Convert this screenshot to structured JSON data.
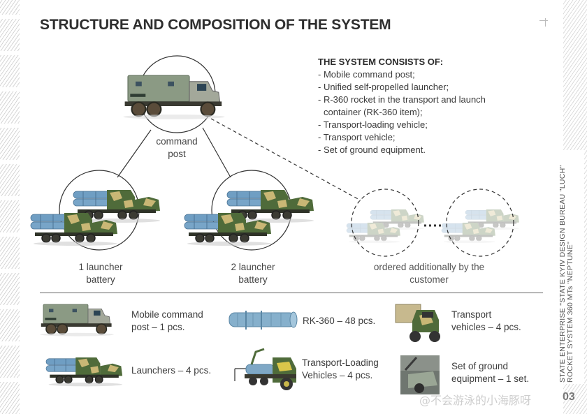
{
  "page": {
    "title": "STRUCTURE AND COMPOSITION OF THE SYSTEM",
    "page_number": "03",
    "side_caption": {
      "line1": "STATE ENTERPRISE \"STATE KYIV DESIGN BUREAU \"LUCH\"",
      "line2": "ROCKET SYSTEM 360 MTs \"NEPTUNE\""
    },
    "watermark": "@不会游泳的小海豚呀"
  },
  "system_consists": {
    "heading": "THE SYSTEM CONSISTS OF:",
    "items": [
      "- Mobile command post;",
      "- Unified self-propelled launcher;",
      "- R-360 rocket in the transport and launch",
      "container (RK-360 item);",
      "- Transport-loading vehicle;",
      "- Transport vehicle;",
      "- Set of ground equipment."
    ]
  },
  "diagram": {
    "command_post": {
      "line1": "command",
      "line2": "post"
    },
    "battery1": {
      "line1": "1 launcher",
      "line2": "battery"
    },
    "battery2": {
      "line1": "2 launcher",
      "line2": "battery"
    },
    "optional": {
      "line1": "ordered additionally by the",
      "line2": "customer"
    }
  },
  "inventory": [
    {
      "icon": "command-truck",
      "line1": "Mobile command",
      "line2": "post – 1 pcs."
    },
    {
      "icon": "rocket-container",
      "line1": "RK-360 – 48 pcs.",
      "line2": ""
    },
    {
      "icon": "transport-truck",
      "line1": "Transport",
      "line2": "vehicles  – 4 pcs."
    },
    {
      "icon": "launcher-truck",
      "line1": "Launchers  – 4 pcs.",
      "line2": ""
    },
    {
      "icon": "loading-truck",
      "line1": "Transport-Loading",
      "line2": "Vehicles – 4 pcs."
    },
    {
      "icon": "ground-equipment",
      "line1": "Set of ground",
      "line2": "equipment  – 1 set."
    }
  ],
  "colors": {
    "camo_green": "#4f6b3a",
    "camo_tan": "#c9b775",
    "rocket_blue": "#7fa8c6",
    "cab_grey": "#8e9a8a",
    "line": "#333333"
  }
}
